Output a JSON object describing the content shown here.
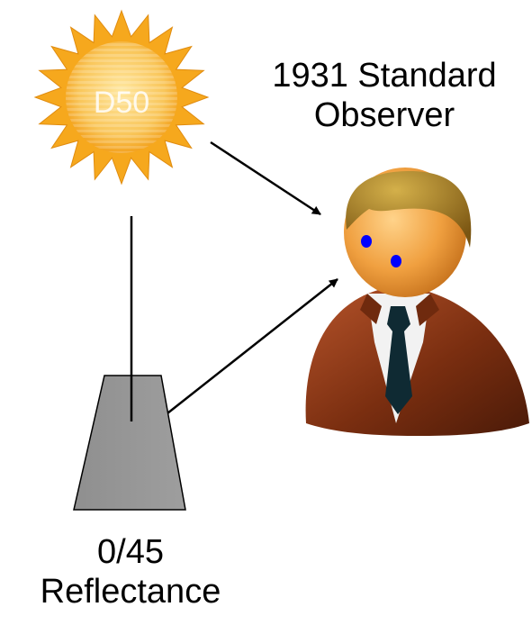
{
  "illuminant": {
    "label": "D50",
    "icon": "sun-icon",
    "color": "#f7b733"
  },
  "observer": {
    "line1": "1931 Standard",
    "line2": "Observer",
    "icon": "person-icon"
  },
  "sample": {
    "line1": "0/45",
    "line2": "Reflectance",
    "icon": "trapezoid-sample",
    "color": "#999999"
  },
  "colors": {
    "arrow": "#000000",
    "suit": "#8a3a1a",
    "hair": "#a0751a",
    "skin": "#f3a64b",
    "eyes": "#0000ff",
    "tie": "#0f2a33"
  }
}
